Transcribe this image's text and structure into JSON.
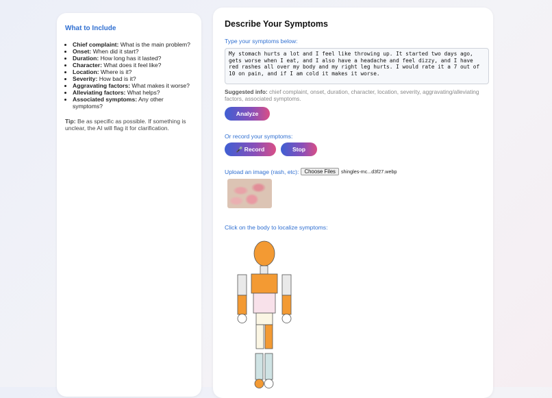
{
  "sidebar": {
    "title": "What to Include",
    "items": [
      {
        "term": "Chief complaint:",
        "desc": " What is the main problem?"
      },
      {
        "term": "Onset:",
        "desc": " When did it start?"
      },
      {
        "term": "Duration:",
        "desc": " How long has it lasted?"
      },
      {
        "term": "Character:",
        "desc": " What does it feel like?"
      },
      {
        "term": "Location:",
        "desc": " Where is it?"
      },
      {
        "term": "Severity:",
        "desc": " How bad is it?"
      },
      {
        "term": "Aggravating factors:",
        "desc": " What makes it worse?"
      },
      {
        "term": "Alleviating factors:",
        "desc": " What helps?"
      },
      {
        "term": "Associated symptoms:",
        "desc": " Any other symptoms?"
      }
    ],
    "tip_label": "Tip:",
    "tip_text": " Be as specific as possible. If something is unclear, the AI will flag it for clarification."
  },
  "main": {
    "title": "Describe Your Symptoms",
    "type_label": "Type your symptoms below:",
    "symptoms_value": "My stomach hurts a lot and I feel like throwing up. It started two days ago, gets worse when I eat, and I also have a headache and feel dizzy, and I have red rashes all over my body and my right leg hurts. I would rate it a 7 out of 10 on pain, and if I am cold it makes it worse.",
    "suggested_label": "Suggested info:",
    "suggested_text": " chief complaint, onset, duration, character, location, severity, aggravating/alleviating factors, associated symptoms.",
    "analyze_label": "Analyze",
    "record_label": "Or record your symptoms:",
    "record_button": "Record",
    "stop_button": "Stop",
    "upload_label": "Upload an image (rash, etc):",
    "choose_files": "Choose Files",
    "file_name": "shingles-mc...d3f27.webp",
    "body_label": "Click on the body to localize symptoms:"
  },
  "colors": {
    "accent_blue": "#2f6fd1",
    "selected_orange": "#f39a33",
    "grey_part": "#e9e9e9",
    "pink_part": "#f8e1ea",
    "cream_part": "#fbf6e4",
    "teal_part": "#cfe3e4"
  },
  "icons": {
    "record": "microphone-icon"
  }
}
